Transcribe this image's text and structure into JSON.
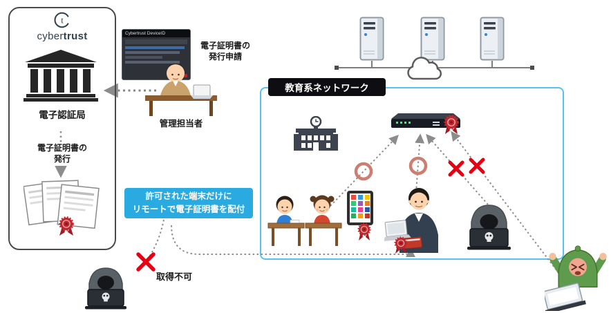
{
  "ca": {
    "logo_cyber": "cyber",
    "logo_trust": "trust",
    "label": "電子認証局",
    "issue_line1": "電子証明書の",
    "issue_line2": "発行"
  },
  "admin": {
    "window_title": "Cybertrust DeviceID",
    "request_line1": "電子証明書の",
    "request_line2": "発行申請",
    "label": "管理担当者"
  },
  "callout": {
    "line1": "許可された端末だけに",
    "line2": "リモートで電子証明書を配付"
  },
  "network": {
    "title": "教育系ネットワーク"
  },
  "blocked": {
    "label": "取得不可"
  },
  "marks": {
    "allowed": "○",
    "denied": "✕"
  },
  "icons": {
    "ca_building": "bank-building-icon",
    "certificates": "certificate-stack-icon",
    "seal": "certificate-seal-icon",
    "school": "school-building-icon",
    "switch": "network-switch-icon",
    "server": "tower-server-icon",
    "cloud": "internet-cloud-icon",
    "tablet": "tablet-apps-icon",
    "skull": "skull-icon"
  },
  "colors": {
    "callout_bg": "#29abe2",
    "network_border": "#54c3f1",
    "title_pill_bg": "#0d0d12",
    "cross_red": "#e60012",
    "allow_circle": "#cd7e72",
    "seal_red": "#c1272d",
    "connector_gray": "#8f8f8f"
  }
}
